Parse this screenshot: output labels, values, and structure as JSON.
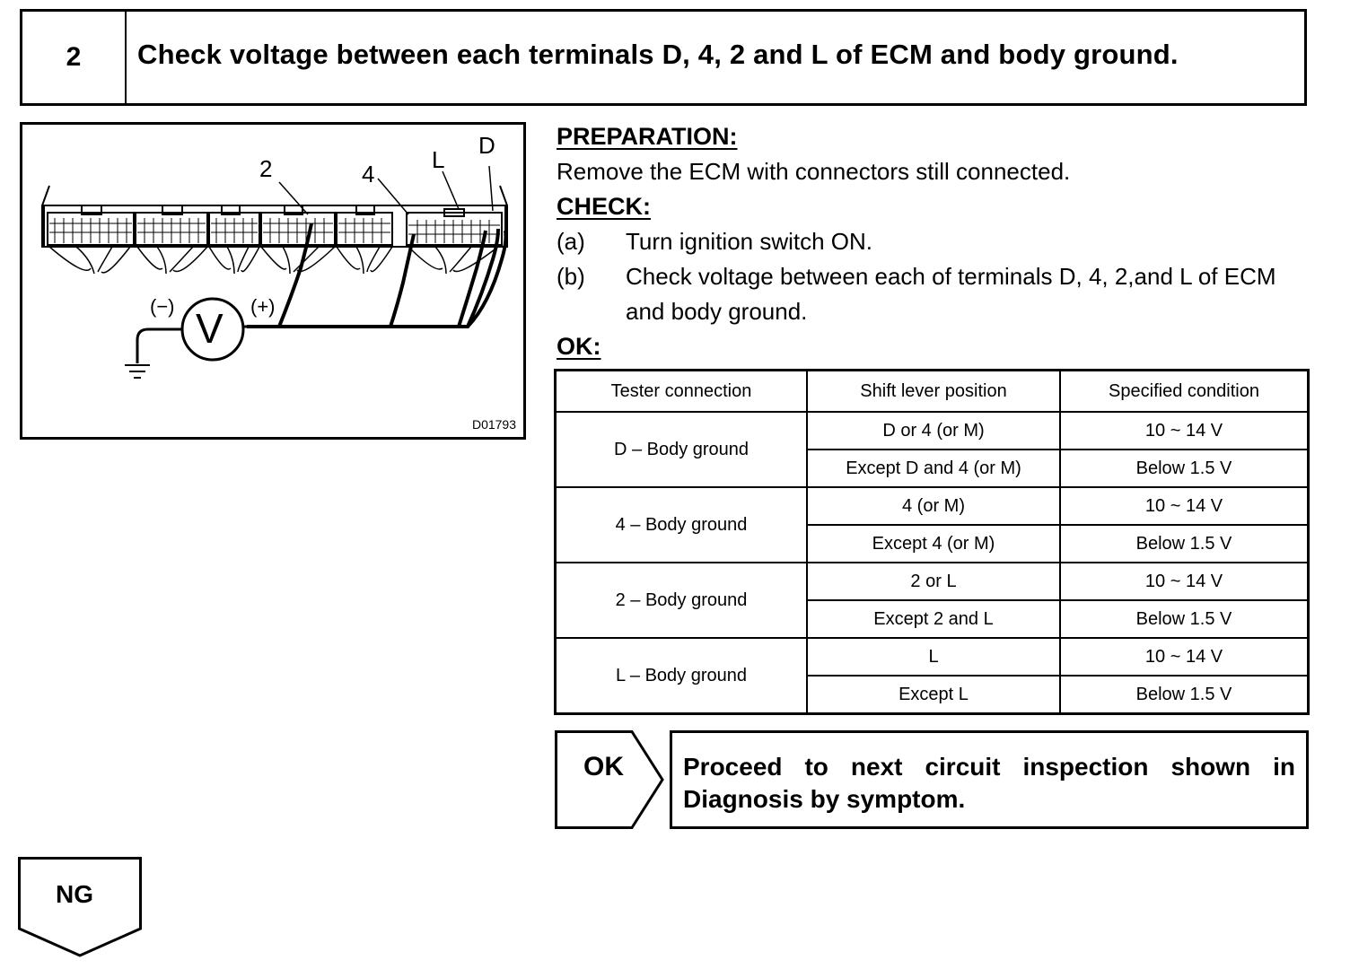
{
  "step": {
    "number": "2",
    "title": "Check voltage between each terminals D, 4, 2 and L of ECM and body ground."
  },
  "figure": {
    "terminal_labels": [
      "2",
      "4",
      "L",
      "D"
    ],
    "meter_negative": "(−)",
    "meter_positive": "(+)",
    "meter_symbol": "V",
    "figure_id": "D01793"
  },
  "instructions": {
    "preparation_heading": "PREPARATION:",
    "preparation_text": "Remove the ECM with connectors still connected.",
    "check_heading": "CHECK:",
    "steps": [
      {
        "letter": "(a)",
        "text": "Turn ignition switch ON."
      },
      {
        "letter": "(b)",
        "text": "Check voltage between each of terminals D, 4, 2,and L of ECM and body ground."
      }
    ],
    "ok_heading": "OK:"
  },
  "table": {
    "headers": [
      "Tester connection",
      "Shift lever position",
      "Specified condition"
    ],
    "groups": [
      {
        "connection": "D – Body ground",
        "rows": [
          {
            "position": "D or 4 (or M)",
            "condition": "10 ~ 14 V"
          },
          {
            "position": "Except D and 4 (or M)",
            "condition": "Below 1.5 V"
          }
        ]
      },
      {
        "connection": "4 – Body ground",
        "rows": [
          {
            "position": "4 (or M)",
            "condition": "10 ~ 14 V"
          },
          {
            "position": "Except 4 (or M)",
            "condition": "Below 1.5 V"
          }
        ]
      },
      {
        "connection": "2 – Body ground",
        "rows": [
          {
            "position": "2 or L",
            "condition": "10 ~ 14 V"
          },
          {
            "position": "Except 2 and L",
            "condition": "Below 1.5 V"
          }
        ]
      },
      {
        "connection": "L – Body ground",
        "rows": [
          {
            "position": "L",
            "condition": "10 ~ 14 V"
          },
          {
            "position": "Except L",
            "condition": "Below 1.5 V"
          }
        ]
      }
    ]
  },
  "ok_result": {
    "label": "OK",
    "text": "Proceed to next circuit inspection shown in Diagnosis by symptom."
  },
  "ng_result": {
    "label": "NG"
  }
}
